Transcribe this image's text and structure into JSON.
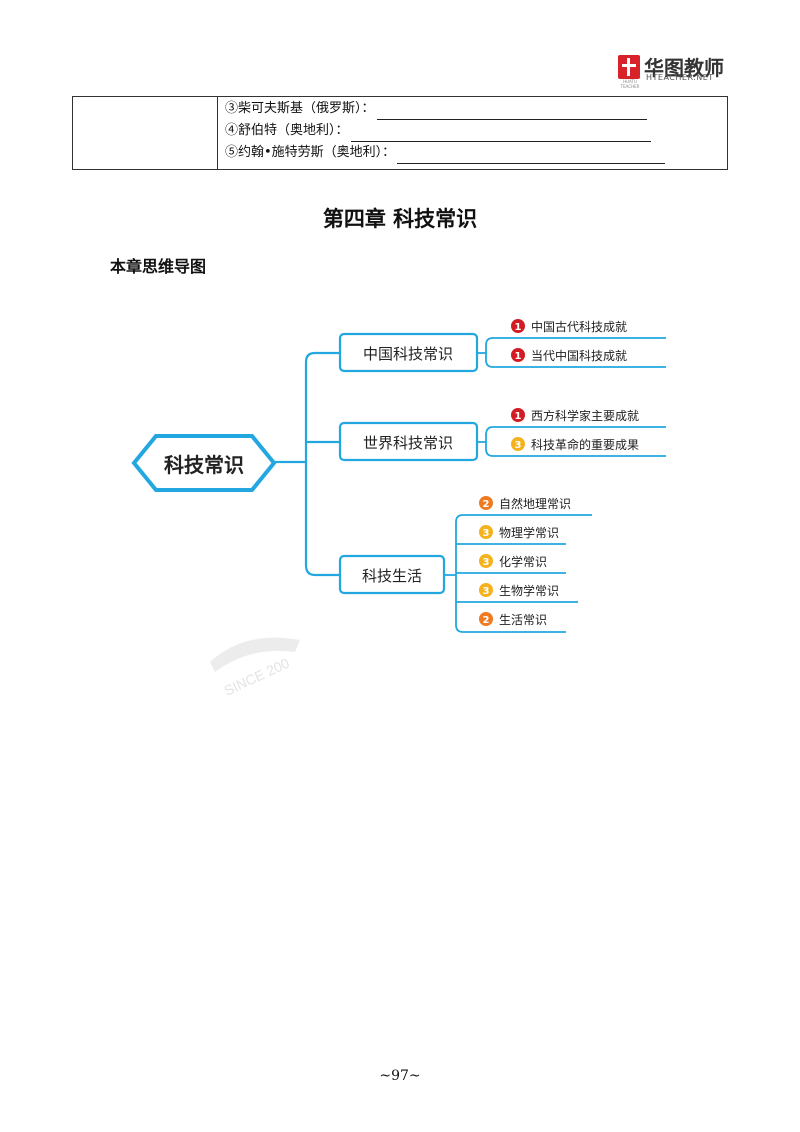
{
  "header": {
    "brand_cn": "华图教师",
    "brand_en": "HTEACHER.NET",
    "logo_sub": "HUATU TEACHER"
  },
  "fill_table": {
    "items": [
      {
        "label": "③柴可夫斯基（俄罗斯）："
      },
      {
        "label": "④舒伯特（奥地利）："
      },
      {
        "label": "⑤约翰•施特劳斯（奥地利）："
      }
    ]
  },
  "chapter": {
    "title": "第四章  科技常识",
    "section": "本章思维导图"
  },
  "mindmap": {
    "root": "科技常识",
    "branches": [
      {
        "label": "中国科技常识",
        "children": [
          {
            "badge": "1",
            "level": "high",
            "label": "中国古代科技成就"
          },
          {
            "badge": "1",
            "level": "high",
            "label": "当代中国科技成就"
          }
        ]
      },
      {
        "label": "世界科技常识",
        "children": [
          {
            "badge": "1",
            "level": "high",
            "label": "西方科学家主要成就"
          },
          {
            "badge": "3",
            "level": "low",
            "label": "科技革命的重要成果"
          }
        ]
      },
      {
        "label": "科技生活",
        "children": [
          {
            "badge": "2",
            "level": "mid",
            "label": "自然地理常识"
          },
          {
            "badge": "3",
            "level": "low",
            "label": "物理学常识"
          },
          {
            "badge": "3",
            "level": "low",
            "label": "化学常识"
          },
          {
            "badge": "3",
            "level": "low",
            "label": "生物学常识"
          },
          {
            "badge": "2",
            "level": "mid",
            "label": "生活常识"
          }
        ]
      }
    ],
    "colors": {
      "line": "#22a7e0",
      "badge_high": "#d21c24",
      "badge_mid": "#ee7b22",
      "badge_low": "#f5b21d"
    }
  },
  "watermark": "SINCE 200",
  "footer": {
    "page_number": "~97~"
  }
}
